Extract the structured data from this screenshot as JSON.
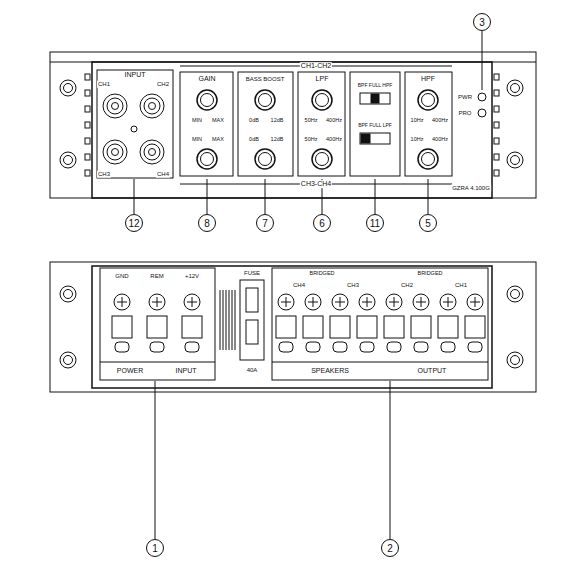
{
  "diagram": {
    "nodes": [
      {
        "text": [
          "3"
        ]
      },
      {
        "text": [
          "12"
        ]
      },
      {
        "text": [
          "8"
        ]
      },
      {
        "text": [
          "7"
        ]
      },
      {
        "text": [
          "6"
        ]
      },
      {
        "text": [
          "11"
        ]
      },
      {
        "text": [
          "5"
        ]
      },
      {
        "text": [
          "1"
        ]
      },
      {
        "text": [
          "2"
        ]
      }
    ],
    "labels": [
      "INPUT",
      "CH1",
      "CH2",
      "CH3",
      "CH4",
      "GAIN",
      "MIN",
      "MAX",
      "MIN",
      "MAX",
      "BASS BOOST",
      "0dB",
      "12dB",
      "0dB",
      "12dB",
      "LPF",
      "50Hz",
      "400Hz",
      "50Hz",
      "400Hz",
      "BPF FULL HPF",
      "BPF FULL LPF",
      "HPF",
      "10Hz",
      "400Hz",
      "10Hz",
      "400Hz",
      "CH1-CH2",
      "CH3-CH4",
      "PWR",
      "PRO",
      "GZRA 4.100G",
      "GND",
      "REM",
      "+12V",
      "POWER",
      "INPUT",
      "FUSE",
      "40A",
      "BRIDGED",
      "CH4",
      "CH3",
      "BRIDGED",
      "CH2",
      "CH1",
      "SPEAKERS",
      "OUTPUT"
    ]
  }
}
